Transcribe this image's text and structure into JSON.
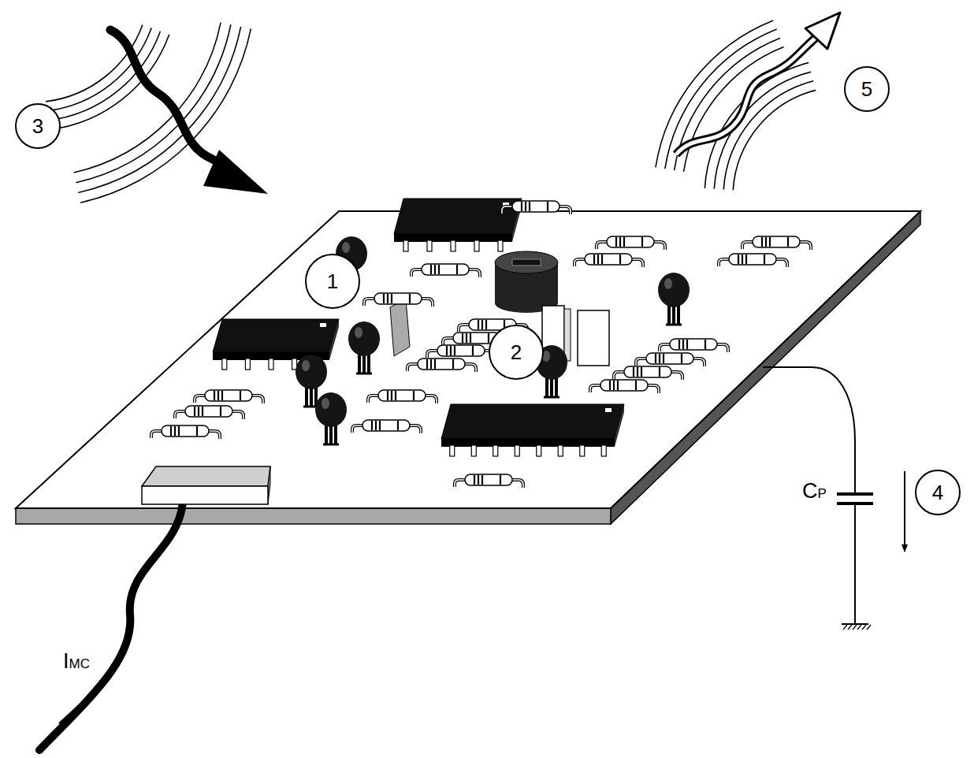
{
  "diagram": {
    "nodes": [
      {
        "text": [
          "3"
        ]
      },
      {
        "text": [
          "5"
        ]
      },
      {
        "text": [
          "1"
        ]
      },
      {
        "text": [
          "2"
        ]
      },
      {
        "text": [
          "4"
        ]
      }
    ],
    "labels": [
      "IMC",
      "CP"
    ]
  }
}
